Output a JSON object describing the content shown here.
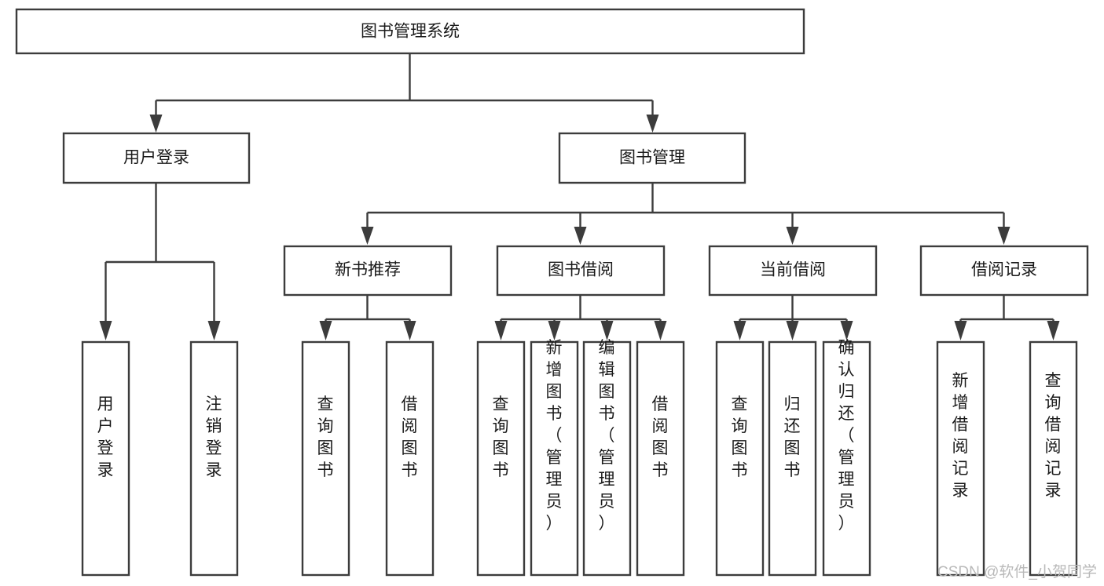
{
  "diagram": {
    "title": "图书管理系统",
    "type": "tree-hierarchy-chart",
    "watermark": "CSDN @软件_小贺同学",
    "colors": {
      "stroke": "#3c3c3c",
      "fill": "#ffffff",
      "text": "#1a1a1a",
      "watermark": "#b9b9b9"
    },
    "root": {
      "id": "root",
      "label": "图书管理系统",
      "orientation": "horizontal"
    },
    "level2": [
      {
        "id": "user-login",
        "label": "用户登录",
        "orientation": "horizontal"
      },
      {
        "id": "book-management",
        "label": "图书管理",
        "orientation": "horizontal"
      }
    ],
    "level3": [
      {
        "id": "new-book-recommend",
        "label": "新书推荐",
        "orientation": "horizontal",
        "parent": "book-management"
      },
      {
        "id": "book-borrow",
        "label": "图书借阅",
        "orientation": "horizontal",
        "parent": "book-management"
      },
      {
        "id": "current-borrow",
        "label": "当前借阅",
        "orientation": "horizontal",
        "parent": "book-management"
      },
      {
        "id": "borrow-record",
        "label": "借阅记录",
        "orientation": "horizontal",
        "parent": "book-management"
      }
    ],
    "leaves": [
      {
        "id": "leaf-user-login",
        "label": "用户登录",
        "orientation": "vertical",
        "parent": "user-login"
      },
      {
        "id": "leaf-user-logout",
        "label": "注销登录",
        "orientation": "vertical",
        "parent": "user-login"
      },
      {
        "id": "leaf-query-book-1",
        "label": "查询图书",
        "orientation": "vertical",
        "parent": "new-book-recommend"
      },
      {
        "id": "leaf-borrow-book-1",
        "label": "借阅图书",
        "orientation": "vertical",
        "parent": "new-book-recommend"
      },
      {
        "id": "leaf-query-book-2",
        "label": "查询图书",
        "orientation": "vertical",
        "parent": "book-borrow"
      },
      {
        "id": "leaf-add-book",
        "label": "新增图书（管理员）",
        "orientation": "vertical",
        "parent": "book-borrow"
      },
      {
        "id": "leaf-edit-book",
        "label": "编辑图书（管理员）",
        "orientation": "vertical",
        "parent": "book-borrow"
      },
      {
        "id": "leaf-borrow-book-2",
        "label": "借阅图书",
        "orientation": "vertical",
        "parent": "book-borrow"
      },
      {
        "id": "leaf-query-book-3",
        "label": "查询图书",
        "orientation": "vertical",
        "parent": "current-borrow"
      },
      {
        "id": "leaf-return-book",
        "label": "归还图书",
        "orientation": "vertical",
        "parent": "current-borrow"
      },
      {
        "id": "leaf-confirm-return",
        "label": "确认归还（管理员）",
        "orientation": "vertical",
        "parent": "current-borrow"
      },
      {
        "id": "leaf-add-record",
        "label": "新增借阅记录",
        "orientation": "vertical",
        "parent": "borrow-record"
      },
      {
        "id": "leaf-query-record",
        "label": "查询借阅记录",
        "orientation": "vertical",
        "parent": "borrow-record"
      }
    ]
  }
}
